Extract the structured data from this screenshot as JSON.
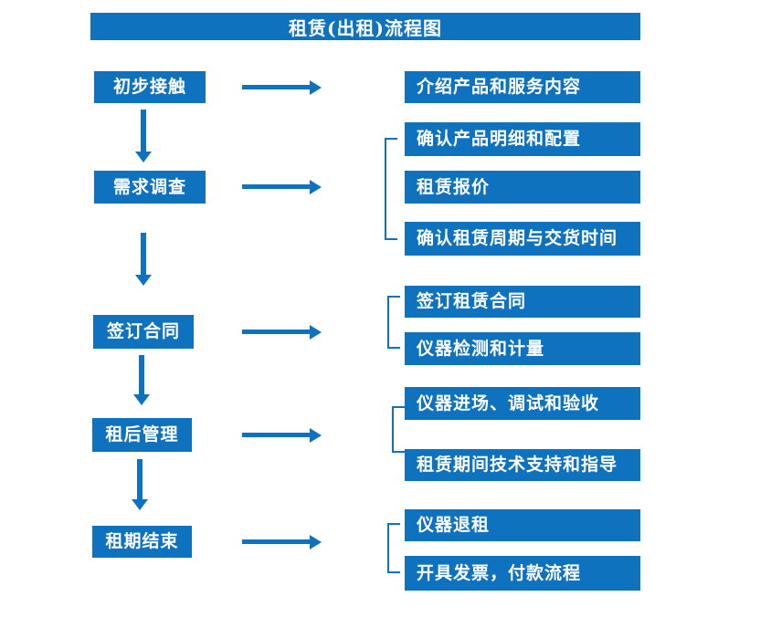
{
  "colors": {
    "accent": "#0F72BE",
    "box_text": "#FFFFFF",
    "background": "#FFFFFF"
  },
  "title": "租赁(出租)流程图",
  "stages": [
    {
      "label": "初步接触",
      "outputs": [
        "介绍产品和服务内容"
      ]
    },
    {
      "label": "需求调查",
      "outputs": [
        "确认产品明细和配置",
        "租赁报价",
        "确认租赁周期与交货时间"
      ]
    },
    {
      "label": "签订合同",
      "outputs": [
        "签订租赁合同",
        "仪器检测和计量"
      ]
    },
    {
      "label": "租后管理",
      "outputs": [
        "仪器进场、调试和验收",
        "租赁期间技术支持和指导"
      ]
    },
    {
      "label": "租期结束",
      "outputs": [
        "仪器退租",
        "开具发票，付款流程"
      ]
    }
  ]
}
